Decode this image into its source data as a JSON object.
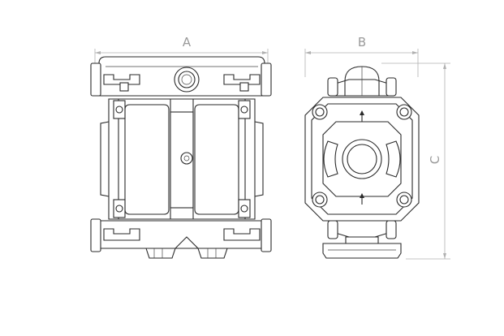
{
  "dimensions": {
    "width_front": "A",
    "width_side": "B",
    "height": "C"
  },
  "colors": {
    "line": "#2a2a2a",
    "dimension": "#9a9a9a",
    "background": "#ffffff"
  }
}
